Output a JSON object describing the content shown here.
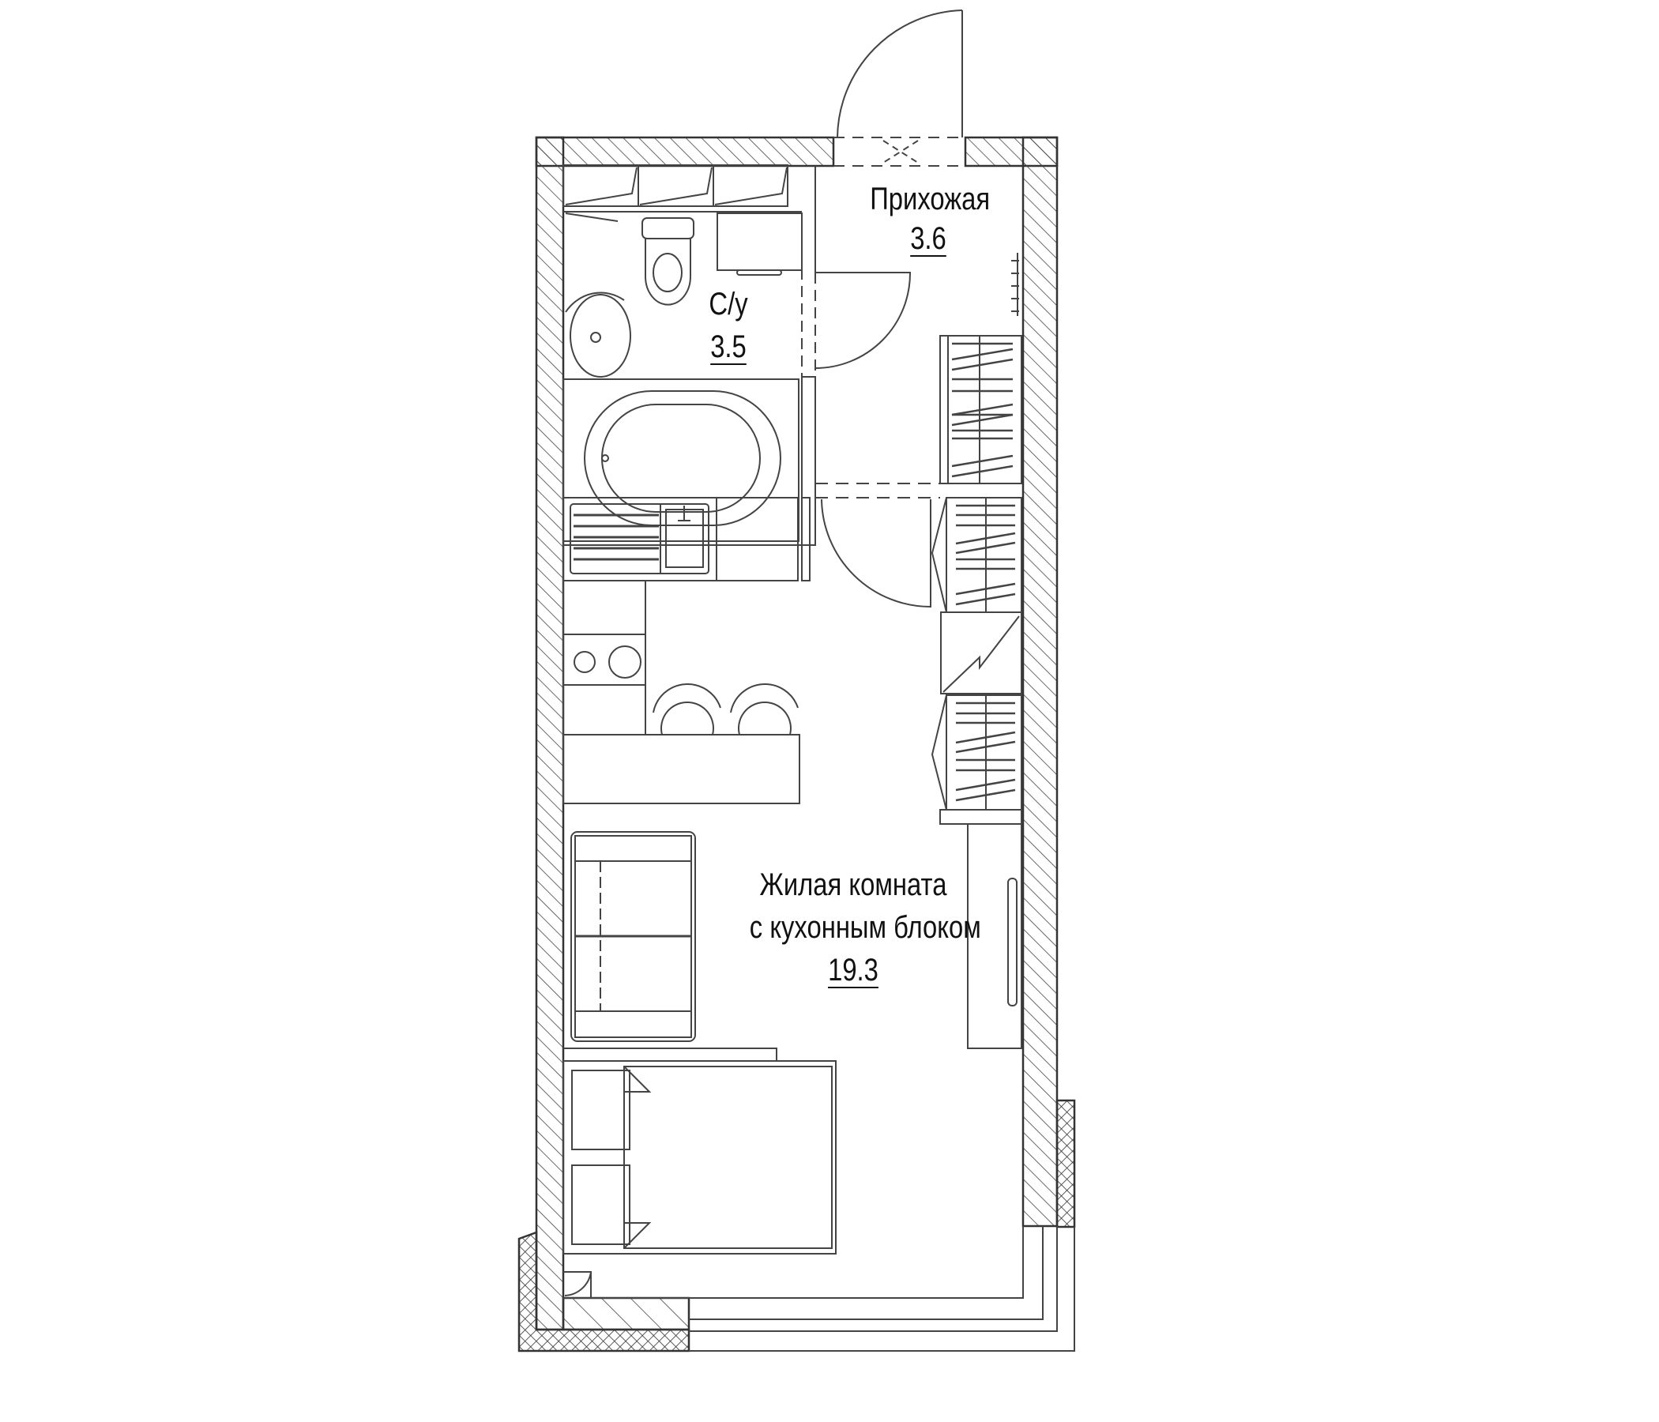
{
  "plan": {
    "type": "apartment floor plan (studio)",
    "rooms": [
      {
        "id": "hallway",
        "name": "Прихожая",
        "area": "3.6"
      },
      {
        "id": "bathroom",
        "name": "С/у",
        "area": "3.5"
      },
      {
        "id": "living",
        "name_line1": "Жилая комната",
        "name_line2": "с кухонным блоком",
        "area": "19.3"
      }
    ],
    "furniture": [
      "wardrobe",
      "shelves",
      "toilet",
      "washing-machine",
      "sink",
      "bathtub",
      "kitchen-sink",
      "stove",
      "bar-table",
      "chairs",
      "sofa",
      "tv-unit",
      "tv",
      "double-bed",
      "nightstands",
      "electrical-panel",
      "coat-hooks"
    ],
    "colors": {
      "line": "#333333",
      "background": "#ffffff",
      "text": "#111111"
    }
  }
}
